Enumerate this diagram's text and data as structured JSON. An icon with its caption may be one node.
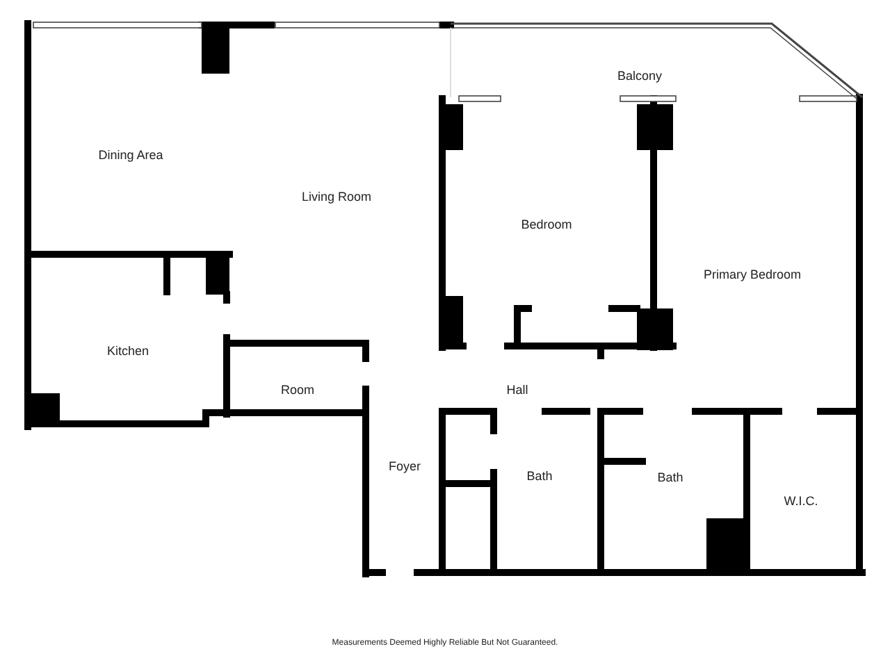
{
  "diagram": {
    "caption": "Measurements Deemed Highly Reliable But Not Guaranteed.",
    "labels": [
      "Balcony",
      "Dining Area",
      "Living Room",
      "Bedroom",
      "Primary Bedroom",
      "Kitchen",
      "Room",
      "Hall",
      "Foyer",
      "Bath",
      "Bath",
      "W.I.C."
    ]
  }
}
